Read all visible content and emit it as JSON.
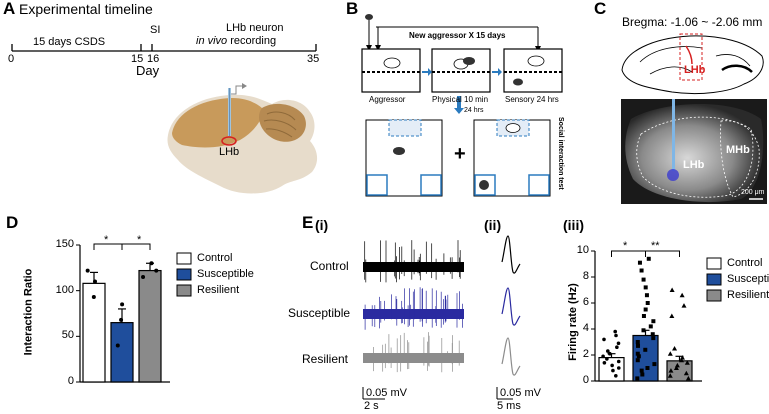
{
  "panelA": {
    "letter": "A",
    "title": "Experimental timeline",
    "seg1": "15 days CSDS",
    "seg2": "SI",
    "seg3_line1": "LHb neuron",
    "seg3_line2a": "in vivo",
    "seg3_line2b": " recording",
    "tick0": "0",
    "tick15": "15",
    "tick16": "16",
    "tick35": "35",
    "axis_label": "Day",
    "brain_label": "LHb"
  },
  "panelB": {
    "letter": "B",
    "banner": "New aggressor X 15 days",
    "box1": "Aggressor",
    "box2": "Physical 10 min",
    "box3": "Sensory 24 hrs",
    "arrow_label": "24 hrs",
    "plus": "+",
    "side_label": "Social interaction test"
  },
  "panelC": {
    "letter": "C",
    "bregma": "Bregma: -1.06 ~ -2.06 mm",
    "lhb_schematic": "LHb",
    "lhb_image": "LHb",
    "mhb_image": "MHb",
    "scale": "200 μm"
  },
  "panelD": {
    "letter": "D",
    "star1": "*",
    "star2": "*",
    "chart_data": {
      "type": "bar",
      "categories": [
        "Control",
        "Susceptible",
        "Resilient"
      ],
      "values": [
        108,
        65,
        122
      ],
      "errors": [
        12,
        15,
        8
      ],
      "colors": [
        "#ffffff",
        "#1f4e9c",
        "#8a8a8a"
      ],
      "points": [
        [
          93,
          110,
          122
        ],
        [
          40,
          68,
          85
        ],
        [
          115,
          122,
          130
        ]
      ],
      "ylabel": "Interaction Ratio",
      "ylim": [
        0,
        150
      ],
      "yticks": [
        "0",
        "50",
        "100",
        "150"
      ],
      "legend": [
        "Control",
        "Susceptible",
        "Resilient"
      ],
      "legend_placement": "right"
    }
  },
  "panelE": {
    "letter": "E",
    "sub_i": "(i)",
    "sub_ii": "(ii)",
    "sub_iii": "(iii)",
    "row_control": "Control",
    "row_susceptible": "Susceptible",
    "row_resilient": "Resilient",
    "trace_colors": [
      "#000000",
      "#2a2aa0",
      "#8c8c8c"
    ],
    "scale_i_v": "0.05 mV",
    "scale_i_t": "2 s",
    "scale_ii_v": "0.05 mV",
    "scale_ii_t": "5 ms",
    "star1": "*",
    "star2": "**",
    "chart_data": {
      "type": "bar",
      "categories": [
        "Control",
        "Susceptible",
        "Resilient"
      ],
      "values": [
        1.8,
        3.5,
        1.55
      ],
      "errors": [
        0.3,
        0.4,
        0.35
      ],
      "colors": [
        "#ffffff",
        "#1f4e9c",
        "#8a8a8a"
      ],
      "points": [
        [
          0.4,
          0.8,
          1.0,
          1.2,
          1.4,
          1.5,
          1.7,
          1.9,
          2.1,
          2.3,
          2.6,
          2.9,
          3.2,
          3.5,
          3.8
        ],
        [
          0.2,
          0.5,
          0.8,
          1.0,
          1.3,
          1.6,
          1.9,
          2.1,
          2.4,
          2.7,
          3.0,
          3.3,
          3.6,
          3.9,
          4.2,
          4.6,
          5.0,
          5.5,
          6.0,
          6.6,
          7.2,
          7.8,
          8.5,
          9.1,
          9.4
        ],
        [
          0.2,
          0.4,
          0.6,
          0.8,
          1.0,
          1.2,
          1.4,
          1.6,
          1.8,
          2.1,
          2.5,
          5.0,
          5.8,
          6.6,
          7.0
        ]
      ],
      "ylabel": "Firing rate (Hz)",
      "ylim": [
        0,
        10
      ],
      "yticks": [
        "0",
        "2",
        "4",
        "6",
        "8",
        "10"
      ],
      "legend": [
        "Control",
        "Susceptible",
        "Resilient"
      ],
      "legend_placement": "right"
    }
  }
}
